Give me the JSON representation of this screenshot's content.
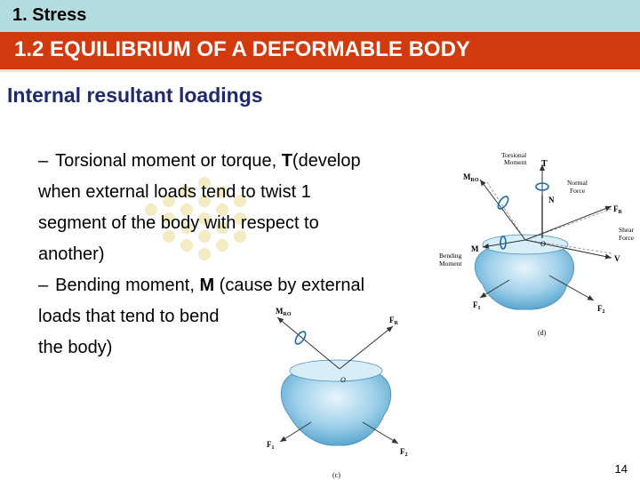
{
  "header": {
    "title": "1. Stress"
  },
  "section": {
    "title": "1.2 EQUILIBRIUM OF A DEFORMABLE BODY"
  },
  "subheading": "Internal resultant loadings",
  "bullets": {
    "dash": "–",
    "torsion": {
      "line1_pre": "Torsional moment or torque, ",
      "symbol": "T",
      "line1_post": "(develop",
      "line2": "when external loads tend to twist 1",
      "line3": "segment of the body with respect to",
      "line4": "another)"
    },
    "bending": {
      "line1_pre": "Bending moment, ",
      "symbol": "M",
      "line1_post": " (cause by external",
      "line2": "loads that tend to bend",
      "line3": "the body)"
    }
  },
  "figure_d": {
    "caption": "(d)",
    "torsional_moment": [
      "Torsional",
      "Moment"
    ],
    "t_label": "T",
    "mro_label": "M",
    "mro_sub": "RO",
    "normal_force": [
      "Normal",
      "Force"
    ],
    "n_label": "N",
    "fr_label": "F",
    "fr_sub": "R",
    "shear_force": [
      "Shear",
      "Force"
    ],
    "bending_moment": [
      "Bending",
      "Moment"
    ],
    "m_label": "M",
    "o_label": "O",
    "v_label": "V",
    "f1_label": "F",
    "f1_sub": "1",
    "f2_label": "F",
    "f2_sub": "2"
  },
  "figure_c": {
    "caption": "(c)",
    "mro_label": "M",
    "mro_sub": "RO",
    "fr_label": "F",
    "fr_sub": "R",
    "o_label": "O",
    "f1_label": "F",
    "f1_sub": "1",
    "f2_label": "F",
    "f2_sub": "2"
  },
  "page_number": "14",
  "colors": {
    "top_bar": "#b3dce0",
    "red_bar": "#d03a0c",
    "subheading": "#1f2a6b",
    "body_fill": "#9fd0ea"
  }
}
